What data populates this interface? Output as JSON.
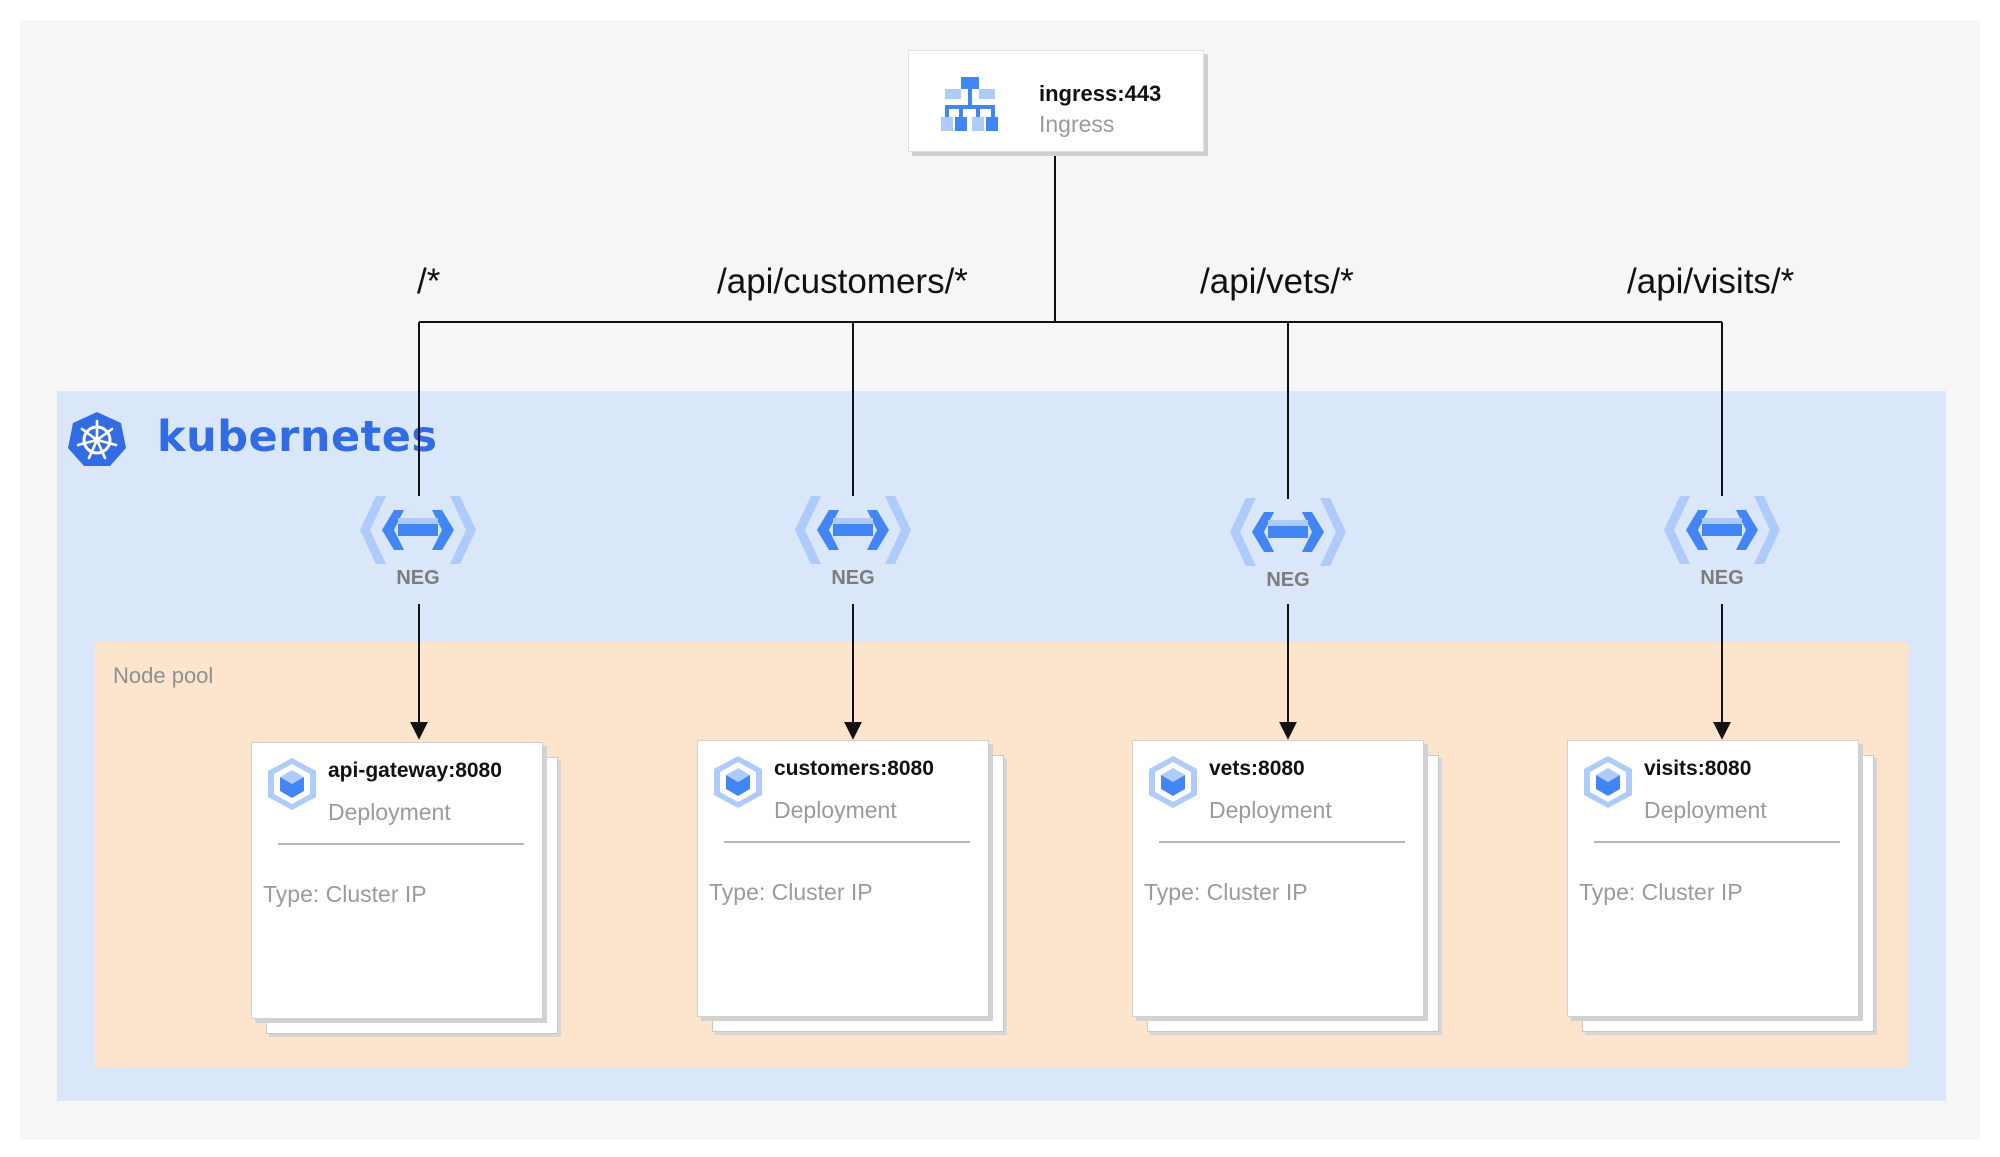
{
  "ingress": {
    "name": "ingress:443",
    "type": "Ingress",
    "icon": "load-balancer-icon"
  },
  "routes": [
    "/*",
    "/api/customers/*",
    "/api/vets/*",
    "/api/visits/*"
  ],
  "kubernetes": {
    "title": "kubernetes",
    "icon": "kubernetes-helm-wheel-icon"
  },
  "node_pool": {
    "label": "Node pool"
  },
  "negs": [
    {
      "label": "NEG"
    },
    {
      "label": "NEG"
    },
    {
      "label": "NEG"
    },
    {
      "label": "NEG"
    }
  ],
  "deployments": [
    {
      "name": "api-gateway:8080",
      "type": "Deployment",
      "service": "Type: Cluster IP"
    },
    {
      "name": "customers:8080",
      "type": "Deployment",
      "service": "Type: Cluster IP"
    },
    {
      "name": "vets:8080",
      "type": "Deployment",
      "service": "Type: Cluster IP"
    },
    {
      "name": "visits:8080",
      "type": "Deployment",
      "service": "Type: Cluster IP"
    }
  ],
  "colors": {
    "k8s_blue": "#326ce5",
    "cluster_bg": "#dae6f9",
    "nodepool_bg": "#fde5cd",
    "gcp_blue_dark": "#4285f4",
    "gcp_blue_light": "#aecbfa"
  }
}
